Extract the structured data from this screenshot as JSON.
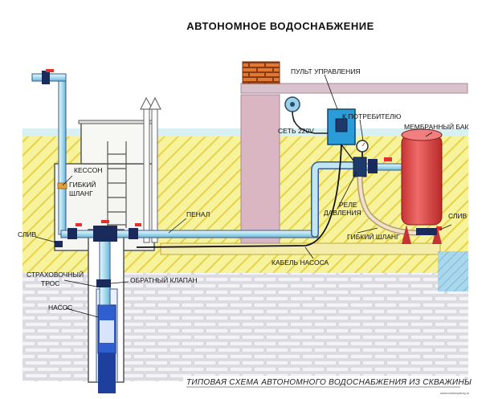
{
  "title": "АВТОНОМНОЕ  ВОДОСНАБЖЕНИЕ",
  "labels": {
    "caisson": "КЕССОН",
    "flex_hose_left_1": "ГИБКИЙ",
    "flex_hose_left_2": "ШЛАНГ",
    "drain_left": "СЛИВ",
    "safety_cable_1": "СТРАХОВОЧНЫЙ",
    "safety_cable_2": "ТРОС",
    "check_valve": "ОБРАТНЫЙ КЛАПАН",
    "pump": "НАСОС",
    "casing": "ПЕНАЛ",
    "control_panel": "ПУЛЬТ УПРАВЛЕНИЯ",
    "mains": "СЕТЬ 220V",
    "to_consumer": "К ПОТРЕБИТЕЛЮ",
    "membrane_tank": "МЕМБРАННЫЙ БАК",
    "pressure_relay_1": "РЕЛЕ",
    "pressure_relay_2": "ДАВЛЕНИЯ",
    "flex_hose_right": "ГИБКИЙ ШЛАНГ",
    "drain_right": "СЛИВ",
    "pump_cable": "КАБЕЛЬ НАСОСА"
  },
  "caption": "ТИПОВАЯ  СХЕМА  АВТОНОМНОГО  ВОДОСНАБЖЕНИЯ  ИЗ  СКВАЖИНЫ",
  "watermark": "www.bolshoystroy.ru",
  "colors": {
    "soil_fill": "#f7f29c",
    "soil_hatch": "#e9d84a",
    "ground_top": "#d8f0f2",
    "brick": "#e9e9ee",
    "wall": "#dcbcc6",
    "pipe": "#bfe6f2",
    "pipe_edge": "#2a4a7a",
    "tank": "#e14848",
    "valve": "#e03030",
    "water": "#3a6fd8",
    "chimney": "#d96a2a"
  }
}
